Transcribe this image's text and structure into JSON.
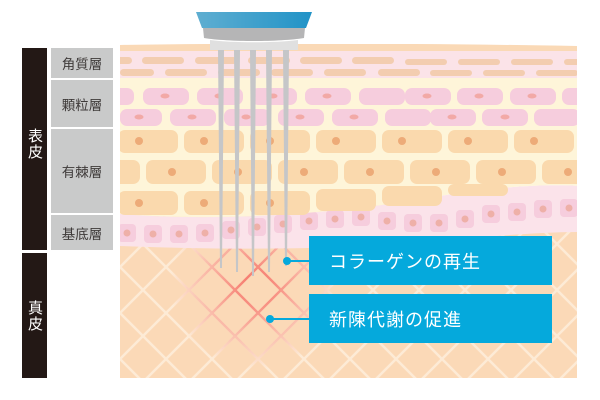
{
  "diagram": {
    "title": "Skin cross-section with microneedle device",
    "groups": [
      {
        "label": "表皮",
        "meaning": "epidermis"
      },
      {
        "label": "真皮",
        "meaning": "dermis"
      }
    ],
    "layers": [
      {
        "label": "角質層",
        "meaning": "stratum corneum"
      },
      {
        "label": "顆粒層",
        "meaning": "stratum granulosum"
      },
      {
        "label": "有棘層",
        "meaning": "stratum spinosum"
      },
      {
        "label": "基底層",
        "meaning": "stratum basale"
      }
    ],
    "callouts": [
      {
        "label": "コラーゲンの再生",
        "meaning": "collagen regeneration"
      },
      {
        "label": "新陳代謝の促進",
        "meaning": "metabolism promotion"
      }
    ],
    "device": {
      "needle_count": 5
    },
    "colors": {
      "side_bar": "#231815",
      "label_bg": "#C9CACA",
      "label_text": "#3E3A39",
      "callout_bg": "#05A9DC",
      "device_blue": "#2A9BCB",
      "device_gray": "#B5B5B6",
      "needle": "#C5C6C8",
      "corneum_bg": "#FBE3E8",
      "corneum_cells": "#F3CDB0",
      "granular_cells": "#F6CDDD",
      "cream": "#FEF5D9",
      "spinous_cells": "#FAD9AD",
      "spinous_nuclei": "#EDAB78",
      "basal_cells": "#F6CDDD",
      "dermis_bg": "#FBD9B7",
      "dermis_lattice": "#FDEBD6",
      "stimulated_lattice": "#F5655A"
    }
  }
}
